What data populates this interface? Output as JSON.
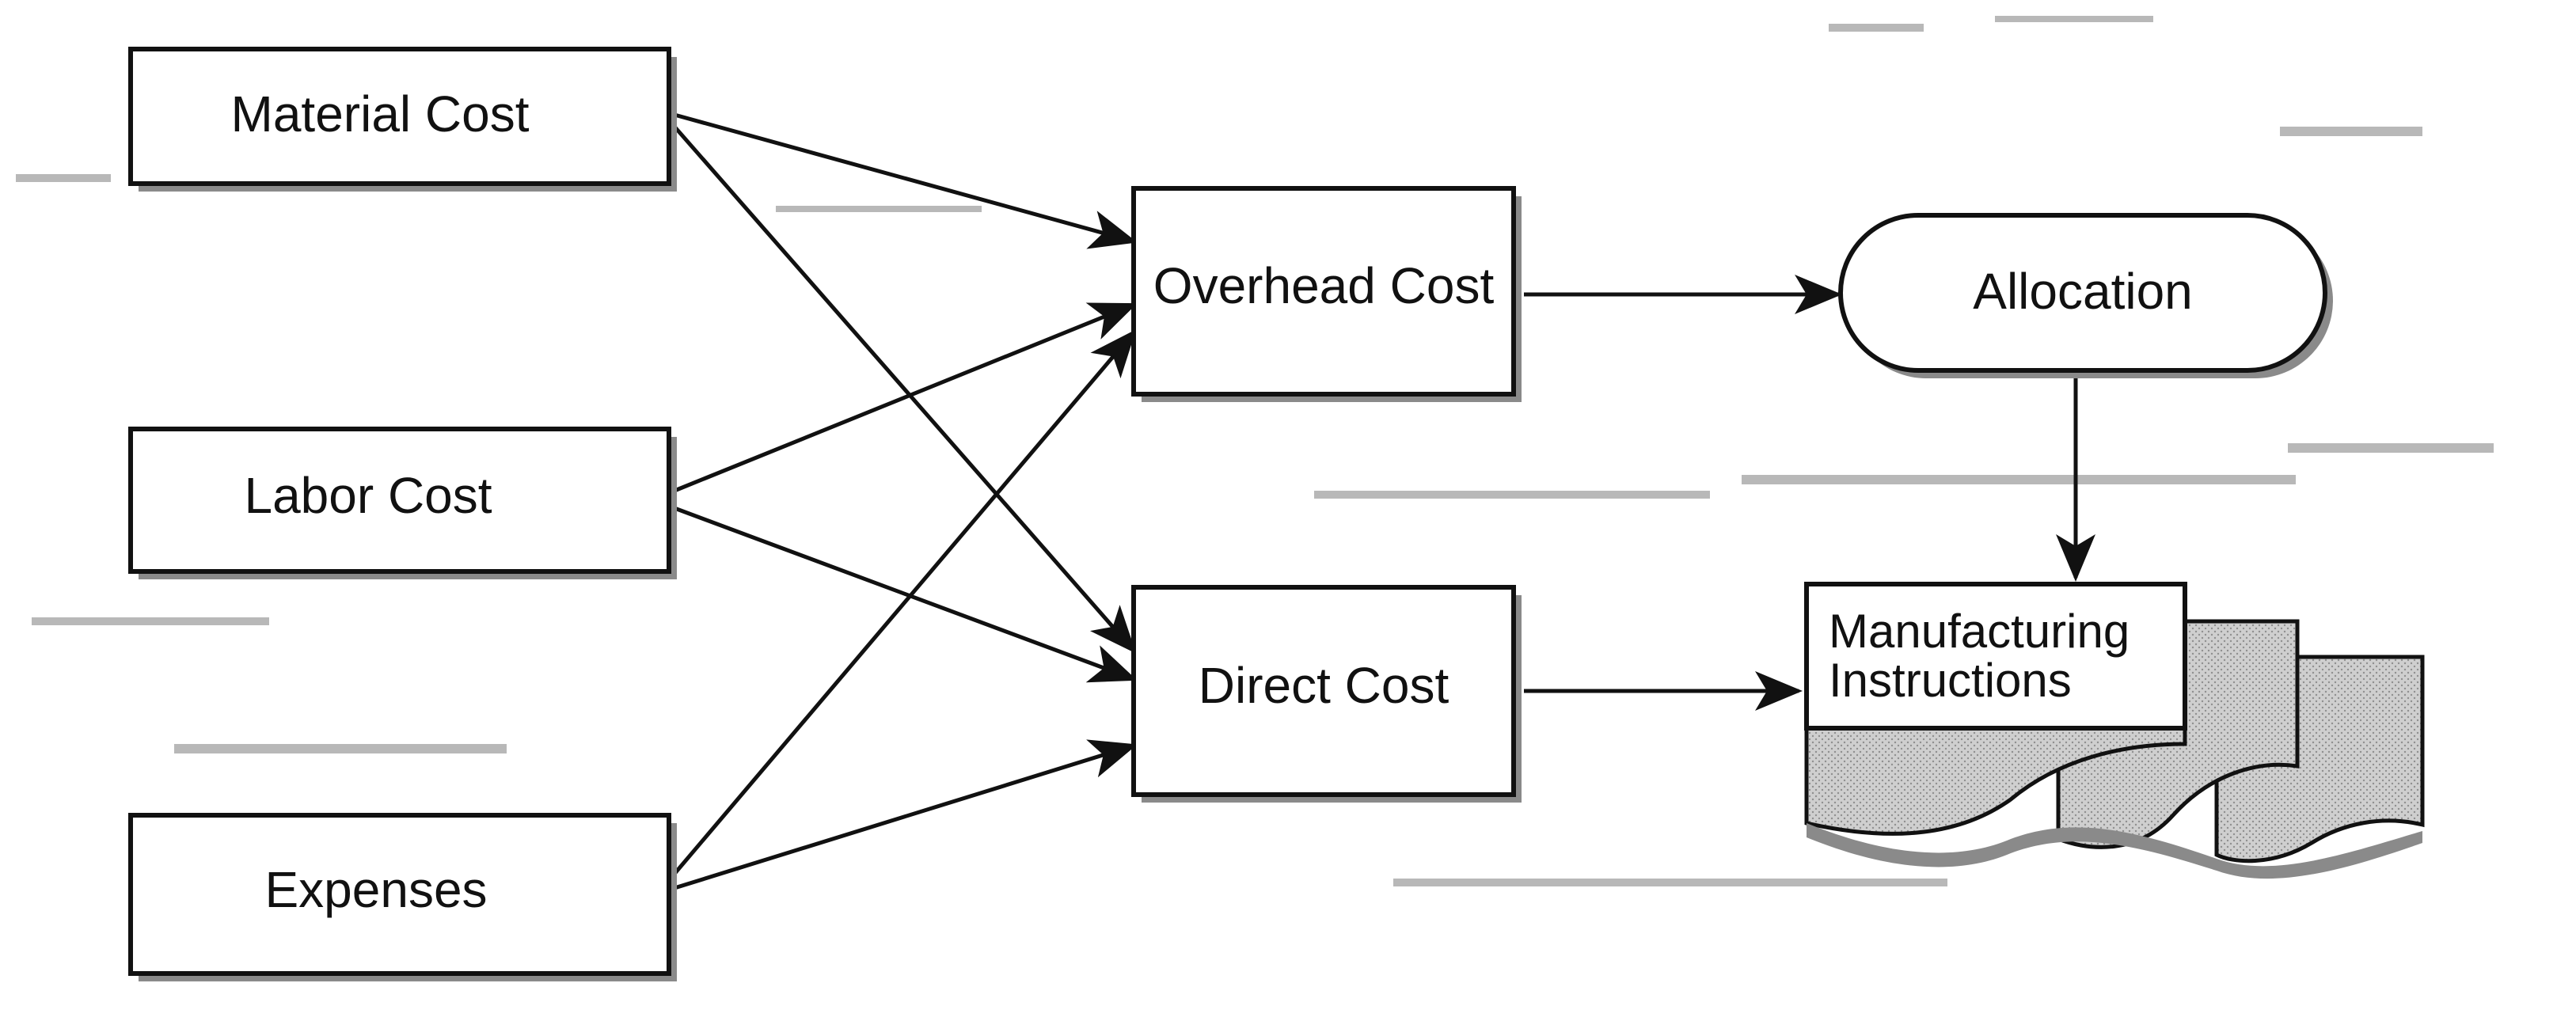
{
  "diagram": {
    "type": "flowchart",
    "nodes": {
      "material_cost": "Material Cost",
      "labor_cost": "Labor Cost",
      "expenses": "Expenses",
      "overhead_cost": "Overhead Cost",
      "direct_cost": "Direct Cost",
      "allocation": "Allocation",
      "manufacturing_instructions_line1": "Manufacturing",
      "manufacturing_instructions_line2": "Instructions"
    },
    "edges": [
      {
        "from": "Material Cost",
        "to": "Overhead Cost"
      },
      {
        "from": "Material Cost",
        "to": "Direct Cost"
      },
      {
        "from": "Labor Cost",
        "to": "Overhead Cost"
      },
      {
        "from": "Labor Cost",
        "to": "Direct Cost"
      },
      {
        "from": "Expenses",
        "to": "Overhead Cost"
      },
      {
        "from": "Expenses",
        "to": "Direct Cost"
      },
      {
        "from": "Overhead Cost",
        "to": "Allocation"
      },
      {
        "from": "Allocation",
        "to": "Manufacturing Instructions"
      },
      {
        "from": "Direct Cost",
        "to": "Manufacturing Instructions"
      }
    ],
    "colors": {
      "line": "#111111",
      "box_fill": "#ffffff",
      "shadow": "#8a8a8a",
      "document_stack_fill": "#c8c8c8"
    }
  }
}
